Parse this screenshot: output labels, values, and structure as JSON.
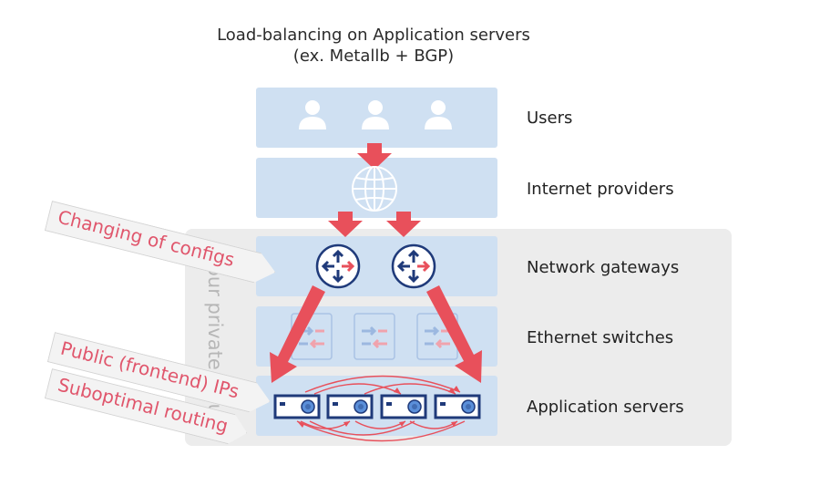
{
  "title": {
    "line1": "Load-balancing on Application servers",
    "line2": "(ex. Metallb + BGP)"
  },
  "layers": {
    "users": "Users",
    "internet": "Internet providers",
    "gateways": "Network gateways",
    "switches": "Ethernet switches",
    "servers": "Application servers"
  },
  "private_label": "Your private clou",
  "tags": {
    "configs": "Changing of configs",
    "public_ips": "Public (frontend) IPs",
    "routing": "Suboptimal routing"
  },
  "colors": {
    "layer": "#cfe0f2",
    "arrow": "#e8505b",
    "navy": "#1f3a7a",
    "private_bg": "#ececec"
  },
  "icons": [
    "user-icon",
    "globe-icon",
    "router-icon",
    "switch-icon",
    "server-icon"
  ]
}
